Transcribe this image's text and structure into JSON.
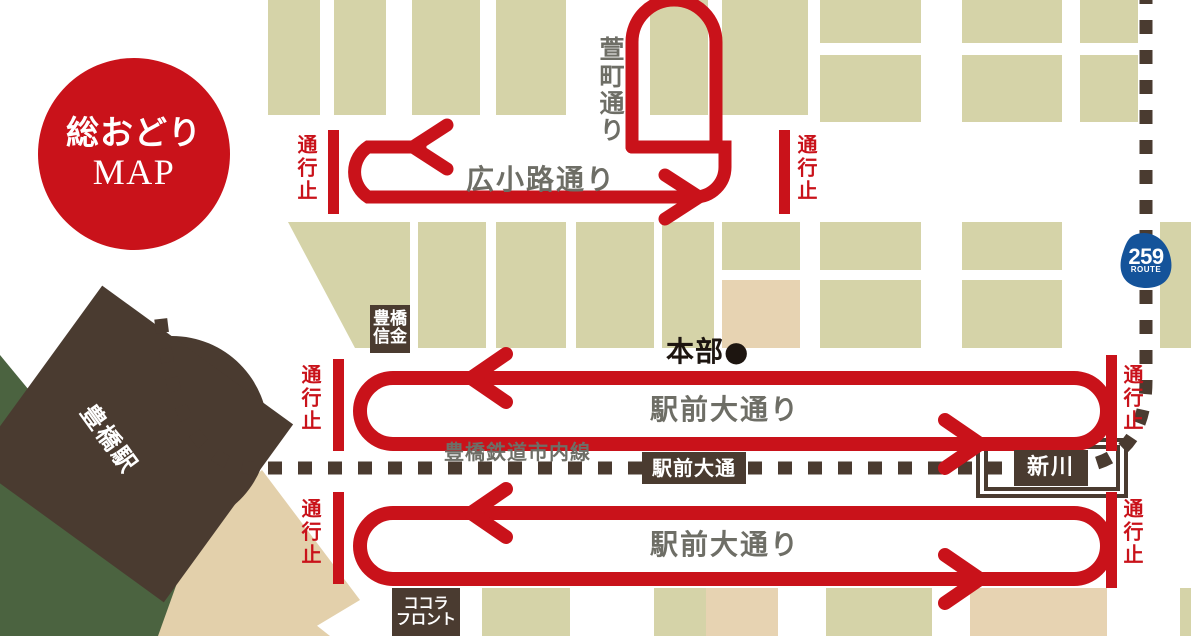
{
  "logo": {
    "line1": "総おどり",
    "line2": "MAP",
    "color": "#c9121a"
  },
  "colors": {
    "block_olive": "#d5d3a8",
    "block_tan": "#e7d3b2",
    "road_red": "#c9121a",
    "dark_brown": "#4a3b30",
    "rail_brown": "#4a3b30",
    "green": "#4b6340",
    "route_blue": "#14539a",
    "street_text": "#6e6e66",
    "background": "#ffffff"
  },
  "streets": [
    {
      "name": "萱町通り",
      "orientation": "vertical"
    },
    {
      "name": "広小路通り",
      "orientation": "horizontal"
    },
    {
      "name": "駅前大通り",
      "orientation": "horizontal"
    },
    {
      "name": "駅前大通り",
      "orientation": "horizontal"
    }
  ],
  "closure_label": "通行止",
  "closures": [
    {
      "id": 1,
      "street": "広小路通り",
      "side": "west"
    },
    {
      "id": 2,
      "street": "広小路通り",
      "side": "east"
    },
    {
      "id": 3,
      "street": "駅前大通り",
      "side": "west"
    },
    {
      "id": 4,
      "street": "駅前大通り",
      "side": "east"
    },
    {
      "id": 5,
      "street": "駅前大通り",
      "side": "west"
    },
    {
      "id": 6,
      "street": "駅前大通り",
      "side": "east"
    }
  ],
  "rail": {
    "line_name": "豊橋鉄道市内線",
    "stops": [
      "駅前大通",
      "新川"
    ]
  },
  "pois": [
    {
      "name": "豊橋駅",
      "type": "station"
    },
    {
      "name": "豊橋信金",
      "type": "bank"
    },
    {
      "name": "ココラフロント",
      "type": "building",
      "line1": "ココラ",
      "line2": "フロント"
    },
    {
      "name": "本部",
      "type": "headquarters",
      "marker": "●"
    }
  ],
  "headquarters": {
    "label": "本部",
    "marker": "●"
  },
  "route_shield": {
    "number": "259",
    "sub": "ROUTE"
  }
}
